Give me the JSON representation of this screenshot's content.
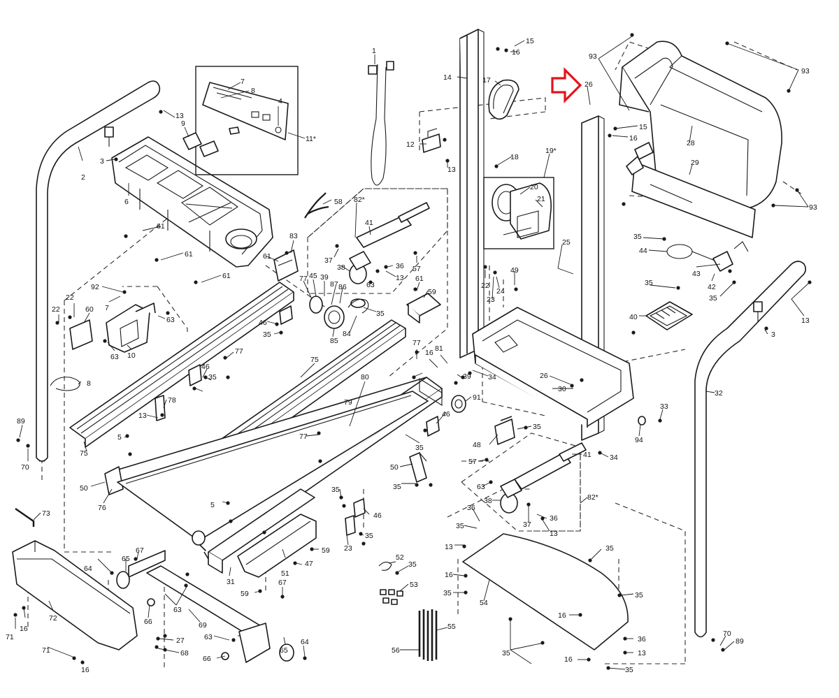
{
  "diagram": {
    "highlight_color": "#e3141b",
    "callouts": [
      {
        "id": "c1",
        "text": "1"
      },
      {
        "id": "c2",
        "text": "2"
      },
      {
        "id": "c3",
        "text": "3"
      },
      {
        "id": "c3b",
        "text": "3"
      },
      {
        "id": "c4",
        "text": "4"
      },
      {
        "id": "c5",
        "text": "5"
      },
      {
        "id": "c5b",
        "text": "5"
      },
      {
        "id": "c6",
        "text": "6"
      },
      {
        "id": "c7",
        "text": "7"
      },
      {
        "id": "c7b",
        "text": "7"
      },
      {
        "id": "c8",
        "text": "8"
      },
      {
        "id": "c8b",
        "text": "8"
      },
      {
        "id": "c9",
        "text": "9"
      },
      {
        "id": "c10",
        "text": "10"
      },
      {
        "id": "c11",
        "text": "11*"
      },
      {
        "id": "c12",
        "text": "12"
      },
      {
        "id": "c13a",
        "text": "13"
      },
      {
        "id": "c13b",
        "text": "13"
      },
      {
        "id": "c13c",
        "text": "13"
      },
      {
        "id": "c13d",
        "text": "13"
      },
      {
        "id": "c13e",
        "text": "13"
      },
      {
        "id": "c13f",
        "text": "13"
      },
      {
        "id": "c13g",
        "text": "13"
      },
      {
        "id": "c13h",
        "text": "13"
      },
      {
        "id": "c14",
        "text": "14"
      },
      {
        "id": "c15a",
        "text": "15"
      },
      {
        "id": "c15b",
        "text": "15"
      },
      {
        "id": "c16a",
        "text": "16"
      },
      {
        "id": "c16b",
        "text": "16"
      },
      {
        "id": "c16c",
        "text": "16"
      },
      {
        "id": "c16d",
        "text": "16"
      },
      {
        "id": "c16e",
        "text": "16"
      },
      {
        "id": "c16f",
        "text": "16"
      },
      {
        "id": "c16g",
        "text": "16"
      },
      {
        "id": "c16h",
        "text": "16"
      },
      {
        "id": "c17",
        "text": "17"
      },
      {
        "id": "c18",
        "text": "18"
      },
      {
        "id": "c19",
        "text": "19*"
      },
      {
        "id": "c20",
        "text": "20"
      },
      {
        "id": "c21",
        "text": "21"
      },
      {
        "id": "c22a",
        "text": "22"
      },
      {
        "id": "c22b",
        "text": "22"
      },
      {
        "id": "c22c",
        "text": "22"
      },
      {
        "id": "c23a",
        "text": "23"
      },
      {
        "id": "c23b",
        "text": "23"
      },
      {
        "id": "c24",
        "text": "24"
      },
      {
        "id": "c25",
        "text": "25"
      },
      {
        "id": "c26a",
        "text": "26"
      },
      {
        "id": "c26b",
        "text": "26"
      },
      {
        "id": "c27",
        "text": "27"
      },
      {
        "id": "c28",
        "text": "28"
      },
      {
        "id": "c29",
        "text": "29"
      },
      {
        "id": "c30",
        "text": "30"
      },
      {
        "id": "c31",
        "text": "31"
      },
      {
        "id": "c32",
        "text": "32"
      },
      {
        "id": "c33",
        "text": "33"
      },
      {
        "id": "c34a",
        "text": "34"
      },
      {
        "id": "c34b",
        "text": "34"
      },
      {
        "id": "c35a",
        "text": "35"
      },
      {
        "id": "c35b",
        "text": "35"
      },
      {
        "id": "c35c",
        "text": "35"
      },
      {
        "id": "c35d",
        "text": "35"
      },
      {
        "id": "c35e",
        "text": "35"
      },
      {
        "id": "c35f",
        "text": "35"
      },
      {
        "id": "c35g",
        "text": "35"
      },
      {
        "id": "c35h",
        "text": "35"
      },
      {
        "id": "c35i",
        "text": "35"
      },
      {
        "id": "c35j",
        "text": "35"
      },
      {
        "id": "c35k",
        "text": "35"
      },
      {
        "id": "c35l",
        "text": "35"
      },
      {
        "id": "c35m",
        "text": "35"
      },
      {
        "id": "c35n",
        "text": "35"
      },
      {
        "id": "c35o",
        "text": "35"
      },
      {
        "id": "c35p",
        "text": "35"
      },
      {
        "id": "c35q",
        "text": "35"
      },
      {
        "id": "c35r",
        "text": "35"
      },
      {
        "id": "c36a",
        "text": "36"
      },
      {
        "id": "c36b",
        "text": "36"
      },
      {
        "id": "c36c",
        "text": "36"
      },
      {
        "id": "c36d",
        "text": "36"
      },
      {
        "id": "c37a",
        "text": "37"
      },
      {
        "id": "c37b",
        "text": "37"
      },
      {
        "id": "c38a",
        "text": "38"
      },
      {
        "id": "c38b",
        "text": "38"
      },
      {
        "id": "c39a",
        "text": "39"
      },
      {
        "id": "c39b",
        "text": "39"
      },
      {
        "id": "c40",
        "text": "40"
      },
      {
        "id": "c41a",
        "text": "41"
      },
      {
        "id": "c41b",
        "text": "41"
      },
      {
        "id": "c42",
        "text": "42"
      },
      {
        "id": "c43",
        "text": "43"
      },
      {
        "id": "c44",
        "text": "44"
      },
      {
        "id": "c45",
        "text": "45"
      },
      {
        "id": "c46a",
        "text": "46"
      },
      {
        "id": "c46b",
        "text": "46"
      },
      {
        "id": "c46c",
        "text": "46"
      },
      {
        "id": "c46d",
        "text": "46"
      },
      {
        "id": "c47",
        "text": "47"
      },
      {
        "id": "c48",
        "text": "48"
      },
      {
        "id": "c49",
        "text": "49"
      },
      {
        "id": "c50a",
        "text": "50"
      },
      {
        "id": "c50b",
        "text": "50"
      },
      {
        "id": "c51",
        "text": "51"
      },
      {
        "id": "c52",
        "text": "52"
      },
      {
        "id": "c53",
        "text": "53"
      },
      {
        "id": "c54",
        "text": "54"
      },
      {
        "id": "c55",
        "text": "55"
      },
      {
        "id": "c56",
        "text": "56"
      },
      {
        "id": "c57a",
        "text": "57"
      },
      {
        "id": "c57b",
        "text": "57"
      },
      {
        "id": "c58",
        "text": "58"
      },
      {
        "id": "c59a",
        "text": "59"
      },
      {
        "id": "c59b",
        "text": "59"
      },
      {
        "id": "c59c",
        "text": "59"
      },
      {
        "id": "c60",
        "text": "60"
      },
      {
        "id": "c61a",
        "text": "61"
      },
      {
        "id": "c61b",
        "text": "61"
      },
      {
        "id": "c61c",
        "text": "61"
      },
      {
        "id": "c61d",
        "text": "61"
      },
      {
        "id": "c61e",
        "text": "61"
      },
      {
        "id": "c63a",
        "text": "63"
      },
      {
        "id": "c63b",
        "text": "63"
      },
      {
        "id": "c63c",
        "text": "63"
      },
      {
        "id": "c63d",
        "text": "63"
      },
      {
        "id": "c63e",
        "text": "63"
      },
      {
        "id": "c63f",
        "text": "63"
      },
      {
        "id": "c64a",
        "text": "64"
      },
      {
        "id": "c64b",
        "text": "64"
      },
      {
        "id": "c65a",
        "text": "65"
      },
      {
        "id": "c65b",
        "text": "65"
      },
      {
        "id": "c66a",
        "text": "66"
      },
      {
        "id": "c66b",
        "text": "66"
      },
      {
        "id": "c67a",
        "text": "67"
      },
      {
        "id": "c67b",
        "text": "67"
      },
      {
        "id": "c68",
        "text": "68"
      },
      {
        "id": "c69",
        "text": "69"
      },
      {
        "id": "c70a",
        "text": "70"
      },
      {
        "id": "c70b",
        "text": "70"
      },
      {
        "id": "c71a",
        "text": "71"
      },
      {
        "id": "c71b",
        "text": "71"
      },
      {
        "id": "c72",
        "text": "72"
      },
      {
        "id": "c73",
        "text": "73"
      },
      {
        "id": "c75a",
        "text": "75"
      },
      {
        "id": "c75b",
        "text": "75"
      },
      {
        "id": "c76",
        "text": "76"
      },
      {
        "id": "c77a",
        "text": "77"
      },
      {
        "id": "c77b",
        "text": "77"
      },
      {
        "id": "c77c",
        "text": "77"
      },
      {
        "id": "c77d",
        "text": "77"
      },
      {
        "id": "c78",
        "text": "78"
      },
      {
        "id": "c79",
        "text": "79"
      },
      {
        "id": "c80",
        "text": "80"
      },
      {
        "id": "c81",
        "text": "81"
      },
      {
        "id": "c82a",
        "text": "82*"
      },
      {
        "id": "c82b",
        "text": "82*"
      },
      {
        "id": "c83",
        "text": "83"
      },
      {
        "id": "c84",
        "text": "84"
      },
      {
        "id": "c85",
        "text": "85"
      },
      {
        "id": "c86",
        "text": "86"
      },
      {
        "id": "c87",
        "text": "87"
      },
      {
        "id": "c89a",
        "text": "89"
      },
      {
        "id": "c89b",
        "text": "89"
      },
      {
        "id": "c91",
        "text": "91"
      },
      {
        "id": "c92",
        "text": "92"
      },
      {
        "id": "c93a",
        "text": "93"
      },
      {
        "id": "c93b",
        "text": "93"
      },
      {
        "id": "c93c",
        "text": "93"
      },
      {
        "id": "c94",
        "text": "94"
      }
    ]
  }
}
